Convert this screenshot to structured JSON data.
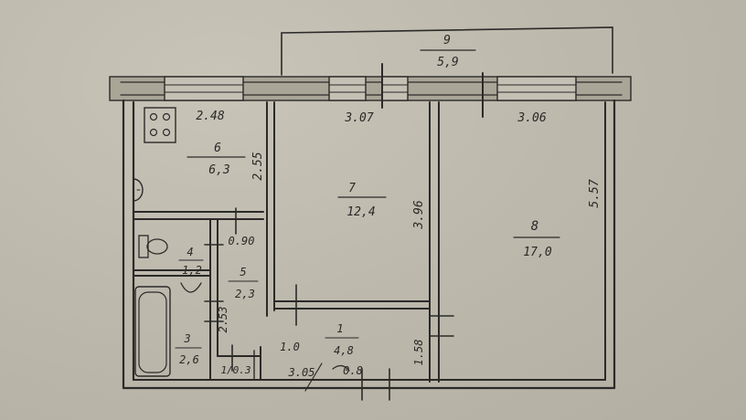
{
  "rooms": [
    {
      "id": "9",
      "area": "5,9"
    },
    {
      "id": "6",
      "area": "6,3"
    },
    {
      "id": "7",
      "area": "12,4"
    },
    {
      "id": "8",
      "area": "17,0"
    },
    {
      "id": "4",
      "area": "1,2"
    },
    {
      "id": "5",
      "area": "2,3"
    },
    {
      "id": "3",
      "area": "2,6"
    },
    {
      "id": "1",
      "area": "4,8"
    }
  ],
  "dimensions": {
    "d_2_48": "2.48",
    "d_3_07": "3.07",
    "d_3_06": "3.06",
    "d_2_55": "2.55",
    "d_3_96": "3.96",
    "d_5_57": "5.57",
    "d_0_90": "0.90",
    "d_2_53": "2.53",
    "d_1_58": "1.58",
    "d_1_0": "1.0",
    "d_3_05": "3.05",
    "d_0_3": "1/0.3",
    "d_small": "0.8"
  }
}
